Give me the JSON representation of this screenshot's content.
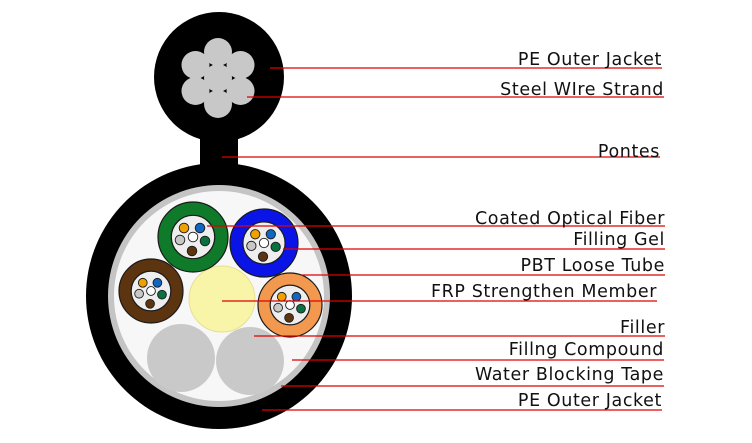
{
  "title": "Figure-8 Self-Supporting Optical Fiber Cable Cross Section",
  "colors": {
    "jacket": "#000000",
    "steel_wire": "#c8c8c8",
    "water_blocking_tape": "#c4c4c4",
    "filling_compound": "#f7f7f7",
    "filler": "#c9c9c9",
    "frp": "#f9f5a8",
    "gel": "#eeeeee",
    "leader_line": "#e00000",
    "label_text": "#111111"
  },
  "messenger": {
    "steel_wire_count": 7
  },
  "loose_tubes": [
    {
      "name": "green-tube",
      "color": "#0f7a2a"
    },
    {
      "name": "blue-tube",
      "color": "#0a14e6"
    },
    {
      "name": "brown-tube",
      "color": "#5c3410"
    },
    {
      "name": "orange-tube",
      "color": "#f2994f"
    }
  ],
  "fiber_colors": [
    {
      "name": "orange",
      "color": "#f0a000"
    },
    {
      "name": "blue",
      "color": "#1066c0"
    },
    {
      "name": "grey",
      "color": "#c8c8c8"
    },
    {
      "name": "white",
      "color": "#ffffff"
    },
    {
      "name": "green",
      "color": "#0a7040"
    },
    {
      "name": "brown",
      "color": "#5c3410"
    }
  ],
  "fillers_count": 2,
  "labels": [
    {
      "id": "pe-outer-jacket-top",
      "text": "PE Outer Jacket"
    },
    {
      "id": "steel-wire-strand",
      "text": "Steel WIre Strand"
    },
    {
      "id": "pontes",
      "text": "Pontes"
    },
    {
      "id": "coated-optical-fiber",
      "text": "Coated Optical Fiber"
    },
    {
      "id": "filling-gel",
      "text": "Filling Gel"
    },
    {
      "id": "pbt-loose-tube",
      "text": "PBT Loose Tube"
    },
    {
      "id": "frp-strengthen-member",
      "text": "FRP Strengthen Member"
    },
    {
      "id": "filler",
      "text": "Filler"
    },
    {
      "id": "filling-compound",
      "text": "Fillng Compound"
    },
    {
      "id": "water-blocking-tape",
      "text": "Water Blocking Tape"
    },
    {
      "id": "pe-outer-jacket-bottom",
      "text": "PE Outer Jacket"
    }
  ]
}
